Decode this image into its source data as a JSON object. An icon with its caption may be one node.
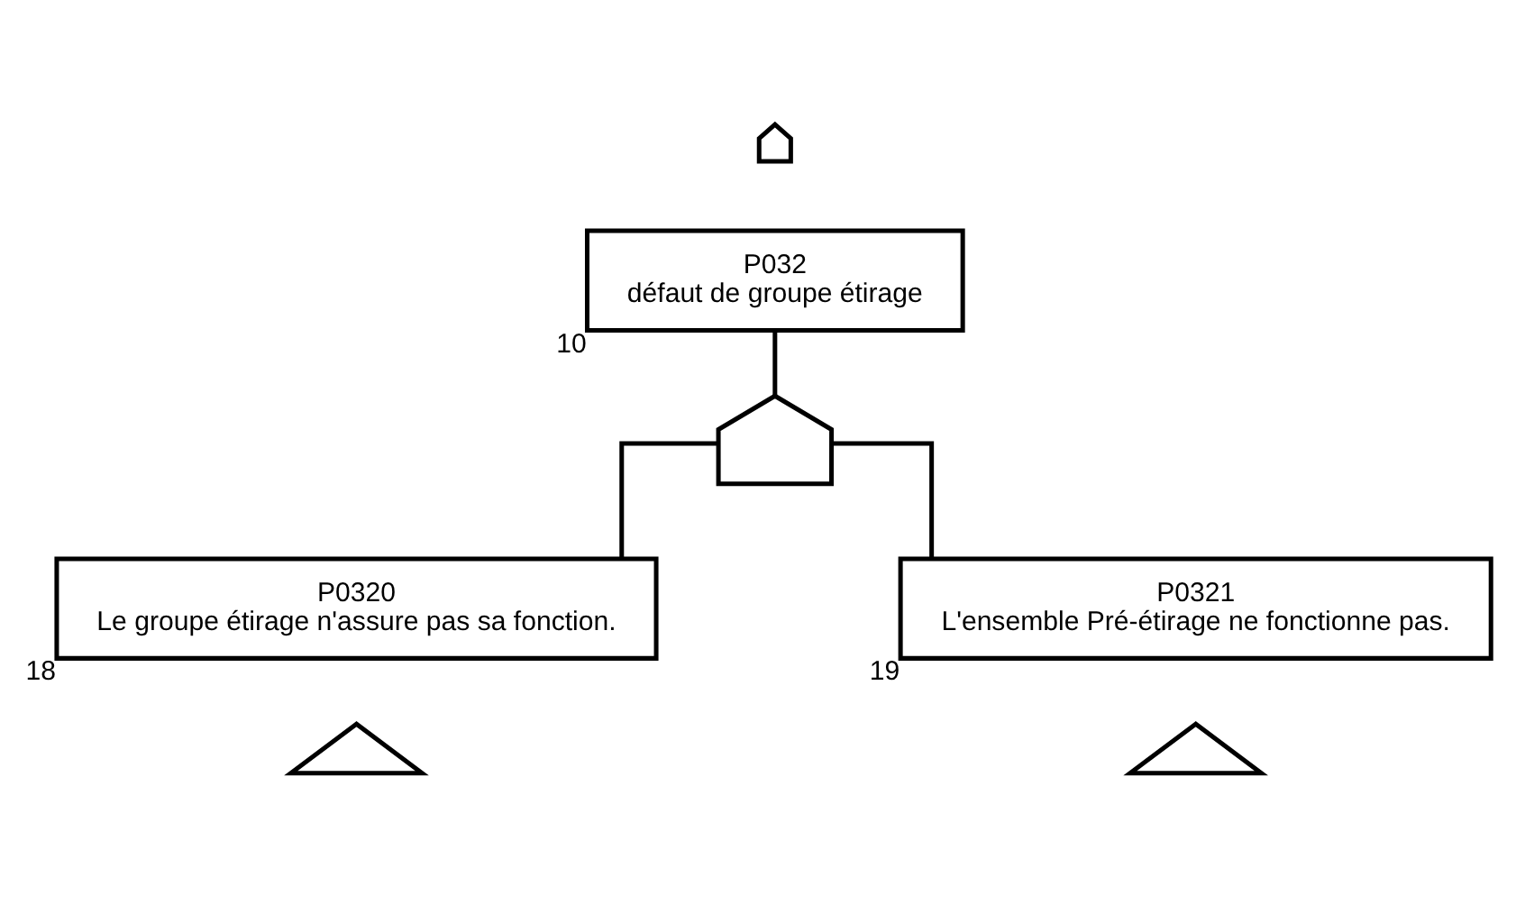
{
  "diagram": {
    "nodes": [
      {
        "text": [
          "P032",
          "défaut de groupe étirage"
        ],
        "beside": [
          "10"
        ]
      },
      {
        "text": [],
        "shape": "arrow"
      },
      {
        "text": [],
        "shape": "gate"
      },
      {
        "text": [
          "P0320",
          "Le groupe étirage n'assure pas sa fonction."
        ],
        "beside": [
          "18"
        ]
      },
      {
        "text": [],
        "shape": "triangle"
      },
      {
        "text": [
          "P0321",
          "L'ensemble Pré-étirage ne fonctionne pas."
        ],
        "beside": [
          "19"
        ]
      },
      {
        "text": [],
        "shape": "triangle"
      }
    ],
    "edges": [
      {
        "from": 2,
        "to": 0,
        "arrow": "none"
      },
      {
        "from": 3,
        "to": 2,
        "arrow": "none"
      },
      {
        "from": 5,
        "to": 2,
        "arrow": "none"
      }
    ]
  }
}
